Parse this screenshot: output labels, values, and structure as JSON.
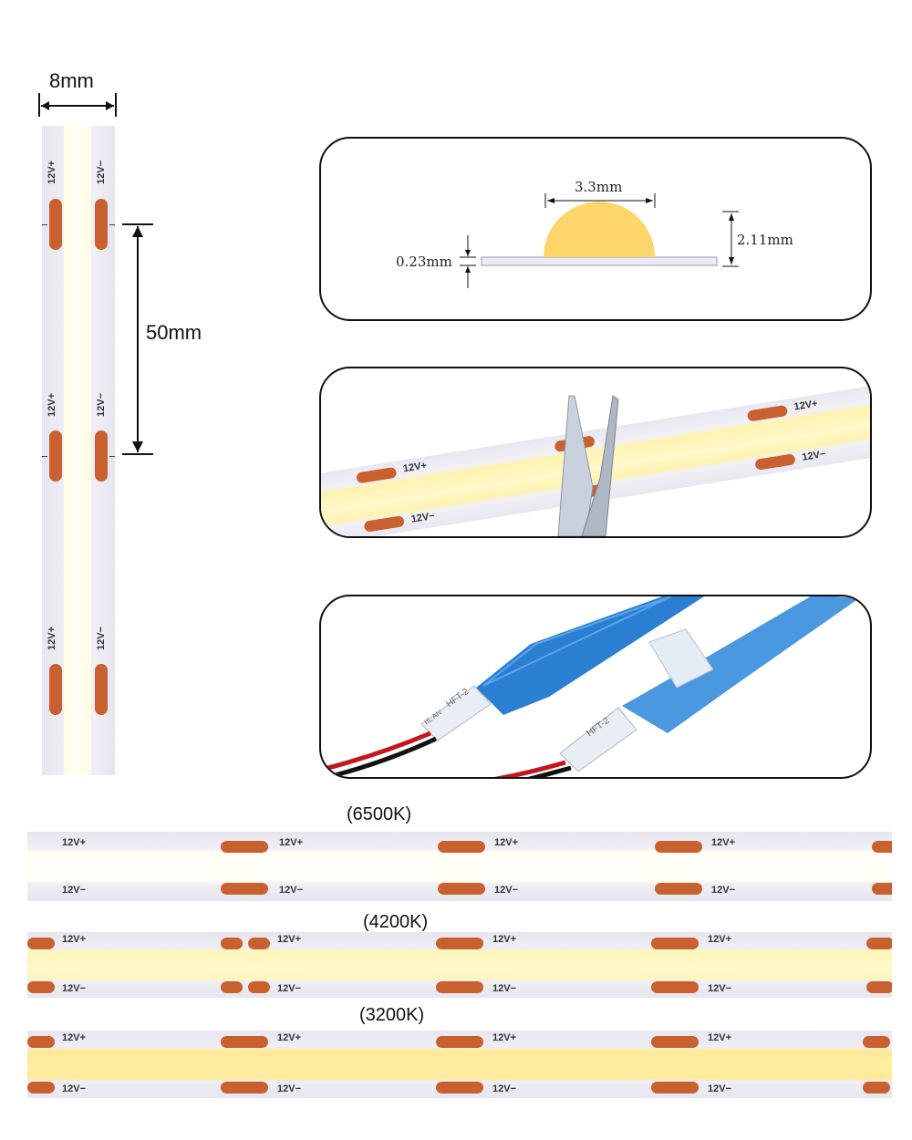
{
  "dimensions": {
    "width_label": "8mm",
    "pitch_label": "50mm",
    "dome_width_label": "3.3mm",
    "dome_height_label": "2.11mm",
    "base_thickness_label": "0.23mm"
  },
  "strip_labels": {
    "positive": "12V+",
    "negative": "12V−"
  },
  "connector": {
    "marking": "HFT-2",
    "marking_small": "IIL AN"
  },
  "temperatures": [
    {
      "label": "(6500K)",
      "color": "#fffff2"
    },
    {
      "label": "(4200K)",
      "color": "#fff6b8"
    },
    {
      "label": "(3200K)",
      "color": "#ffe99a"
    }
  ],
  "colors": {
    "pad": "#c8602f",
    "strip_base": "#ecebf3",
    "connector_cable": "#2b7fd0",
    "wire_red": "#c4161c",
    "dome": "#fcd66a"
  }
}
